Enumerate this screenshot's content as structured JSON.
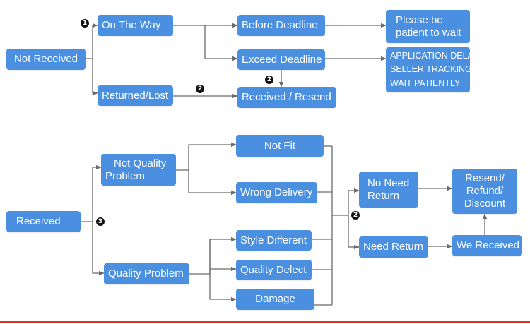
{
  "top": {
    "not_received": "Not Received",
    "on_the_way": "On The Way",
    "returned_lost": "Returned/Lost",
    "before_deadline": "Before Deadline",
    "exceed_deadline": "Exceed Deadline",
    "received_resend": "Received / Resend",
    "please_wait": [
      "Please be",
      "patient to wait"
    ],
    "delay_notes": [
      "APPLICATION DELAY",
      "SELLER TRACKING",
      "WAIT PATIENTLY"
    ]
  },
  "bottom": {
    "received": "Received",
    "not_quality_problem": [
      "Not Quality",
      "Problem"
    ],
    "quality_problem": "Quality Problem",
    "not_fit": "Not Fit",
    "wrong_delivery": "Wrong Delivery",
    "style_different": "Style Different",
    "quality_defect": "Quality Delect",
    "damage": "Damage",
    "no_need_return": [
      "No Need",
      "Return"
    ],
    "need_return": "Need Return",
    "resend_refund_discount": [
      "Resend/",
      "Refund/",
      "Discount"
    ],
    "we_received": "We Received"
  },
  "badges": {
    "b1": "1",
    "b2": "2",
    "b3": "3"
  },
  "colors": {
    "node_fill": "#4a8fe0",
    "connector": "#6b6b6b",
    "badge": "#111111",
    "bottom_rule": "#d8322d"
  }
}
